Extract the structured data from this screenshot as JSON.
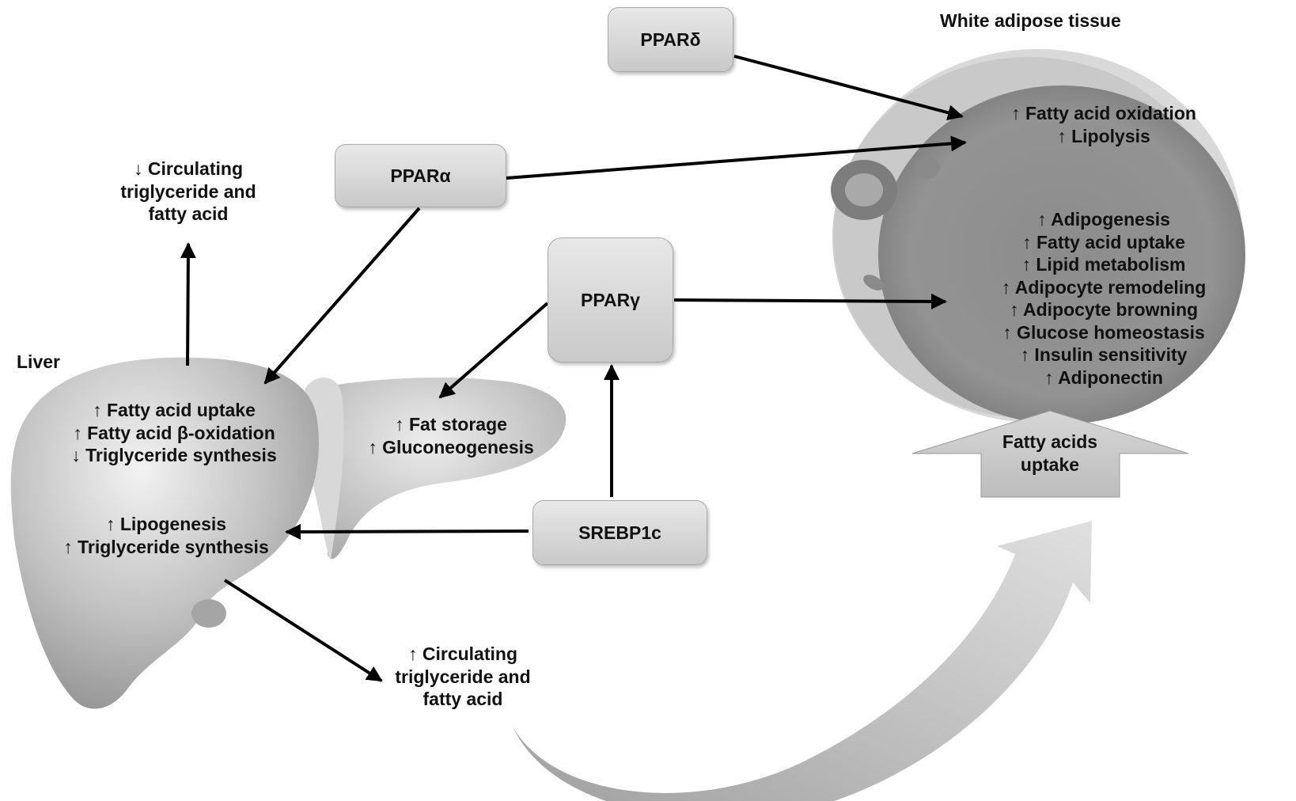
{
  "titles": {
    "white_adipose": "White adipose tissue",
    "liver": "Liver"
  },
  "nodes": {
    "ppar_delta": "PPARδ",
    "ppar_alpha": "PPARα",
    "ppar_gamma": "PPARγ",
    "srebp1c": "SREBP1c"
  },
  "labels": {
    "circ_down": [
      "↓ Circulating",
      "triglyceride and",
      "fatty acid"
    ],
    "circ_up": [
      "↑ Circulating",
      "triglyceride and",
      "fatty acid"
    ],
    "liver_alpha": [
      "↑ Fatty acid uptake",
      "↑ Fatty acid β-oxidation",
      "↓ Triglyceride synthesis"
    ],
    "liver_gamma": [
      "↑ Fat storage",
      "↑ Gluconeogenesis"
    ],
    "liver_srebp": [
      "↑ Lipogenesis",
      "↑ Triglyceride synthesis"
    ],
    "adipose_delta_alpha": [
      "↑ Fatty acid oxidation",
      "↑ Lipolysis"
    ],
    "adipose_gamma": [
      "↑ Adipogenesis",
      "↑ Fatty acid uptake",
      "↑ Lipid metabolism",
      "↑ Adipocyte remodeling",
      "↑ Adipocyte browning",
      "↑ Glucose homeostasis",
      "↑ Insulin sensitivity",
      "↑ Adiponectin"
    ],
    "fatty_acids_uptake": [
      "Fatty acids",
      "uptake"
    ]
  },
  "colors": {
    "arrow": "#000000",
    "node_fill_top": "#e8e8e8",
    "node_fill_bottom": "#c9c9c9",
    "organ_gray": "#b5b5b5",
    "adipocyte_inner": "#8a8a8a",
    "curved_arrow": "#b0b0b0"
  }
}
